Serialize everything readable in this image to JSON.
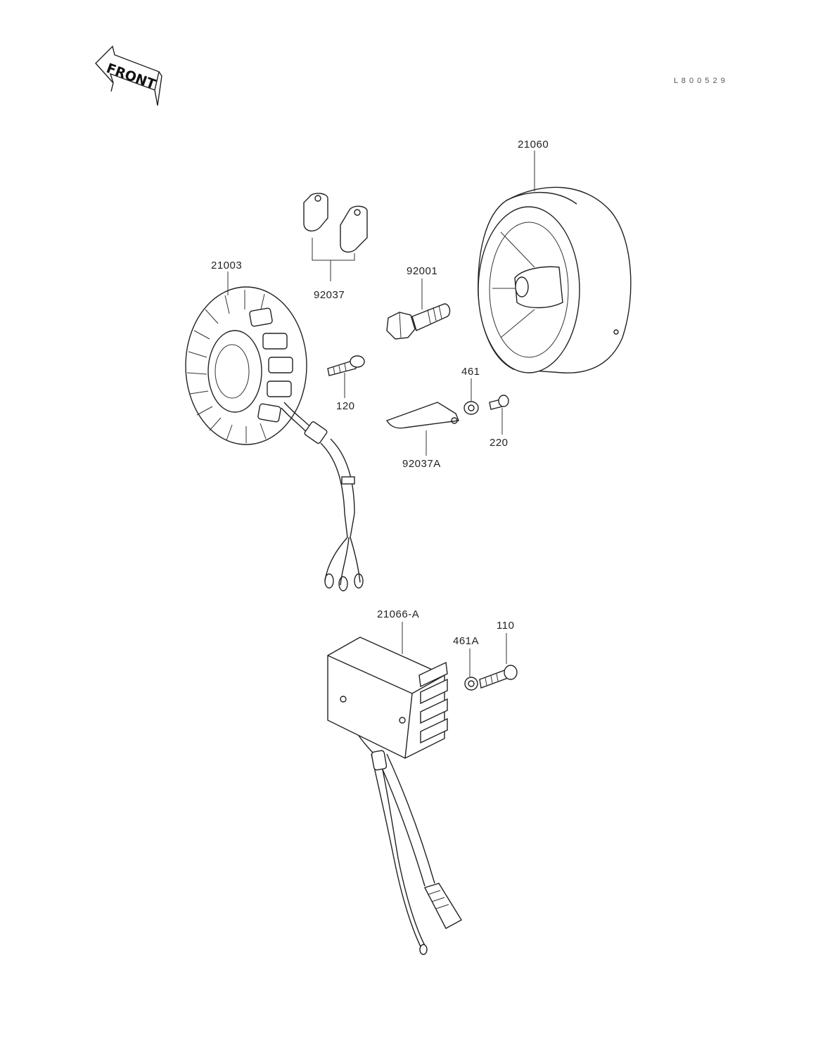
{
  "front_label": "FRONT",
  "ref_code": "L 8 0 0 5 2 9",
  "parts": {
    "flywheel": "21060",
    "stator": "21003",
    "wire_clips": "92037",
    "flywheel_bolt": "92001",
    "stator_screw": "120",
    "washer": "461",
    "screw_small": "220",
    "lead_clamp": "92037A",
    "regulator": "21066-A",
    "regulator_washer": "461A",
    "regulator_bolt": "110"
  },
  "colors": {
    "line": "#222222",
    "paper": "#ffffff"
  }
}
